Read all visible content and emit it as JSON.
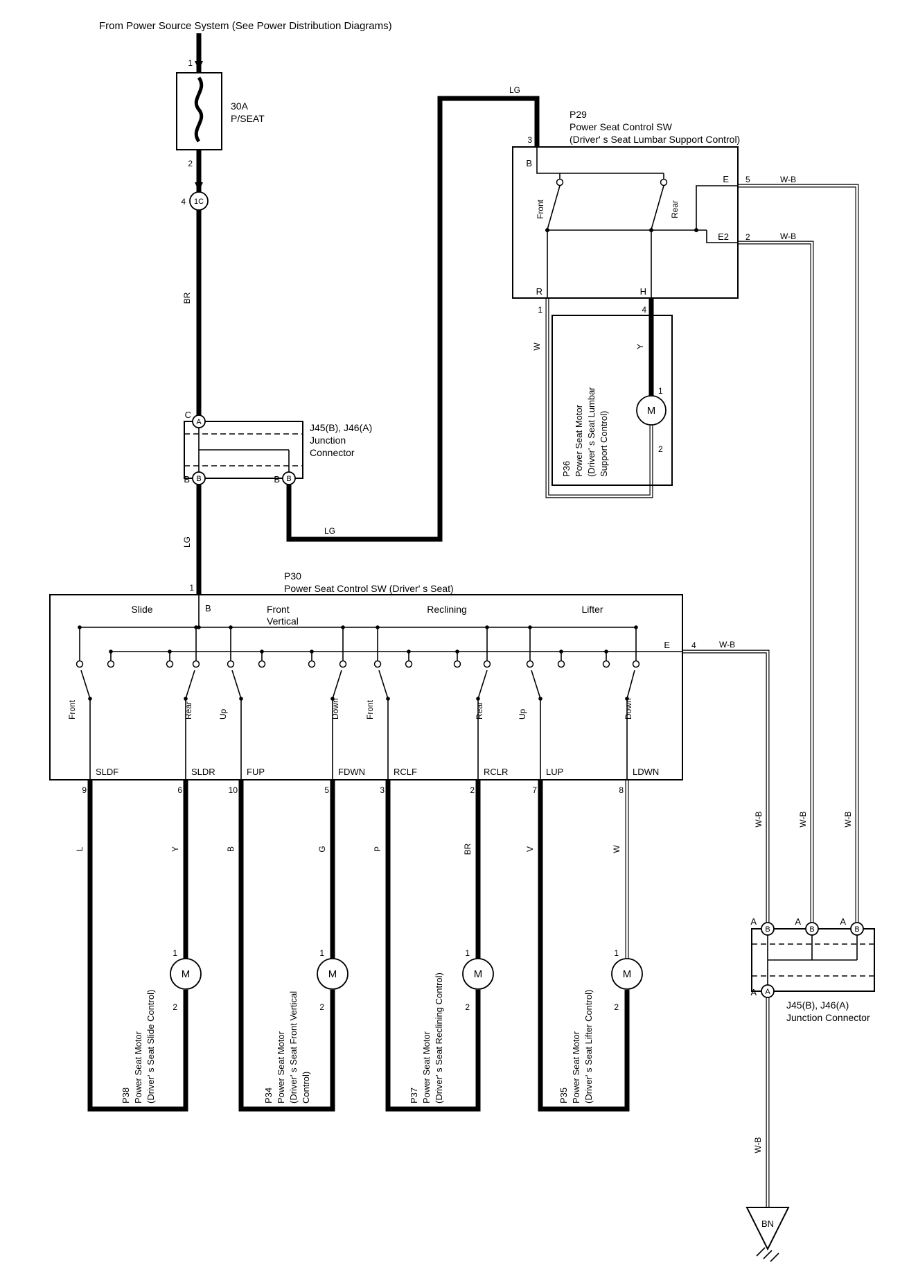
{
  "note": "From Power Source System (See Power Distribution Diagrams)",
  "fuse": {
    "pin_top": "1",
    "rating": "30A",
    "name": "P/SEAT",
    "pin_bottom": "2",
    "connector_pin": "4",
    "connector_id": "1C",
    "wire": "BR"
  },
  "jc1": {
    "top_pin": "C",
    "top_term": "A",
    "bl_pin": "B",
    "bl_term": "B",
    "br_pin": "B",
    "br_term": "B",
    "name1": "J45(B), J46(A)",
    "name2": "Junction",
    "name3": "Connector"
  },
  "wires": {
    "lg_left": "LG",
    "lg_mid": "LG",
    "lg_top": "LG"
  },
  "p29": {
    "id": "P29",
    "name": "Power Seat Control SW",
    "sub": "(Driver' s Seat Lumbar Support Control)",
    "pin_b": "3",
    "b": "B",
    "front": "Front",
    "rear": "Rear",
    "e": "E",
    "e_pin": "5",
    "e_wire": "W-B",
    "e2": "E2",
    "e2_pin": "2",
    "e2_wire": "W-B",
    "r": "R",
    "r_pin": "1",
    "r_wire": "W",
    "h": "H",
    "h_pin": "4",
    "h_wire": "Y"
  },
  "p36": {
    "lines": [
      "P36",
      "Power Seat Motor",
      "(Driver' s Seat Lumbar",
      "Support Control)"
    ],
    "pin1": "1",
    "pin2": "2",
    "motor": "M"
  },
  "p30": {
    "id": "P30",
    "name": "Power Seat Control SW (Driver' s Seat)",
    "pin_in": "1",
    "b": "B",
    "e": "E",
    "e_pin": "4",
    "e_wire": "W-B",
    "sections": [
      {
        "name": "Slide"
      },
      {
        "name": "Front",
        "name2": "Vertical"
      },
      {
        "name": "Reclining"
      },
      {
        "name": "Lifter"
      }
    ],
    "poles": [
      {
        "dir": "Front",
        "out": "SLDF",
        "pin": "9",
        "wire": "L"
      },
      {
        "dir": "Rear",
        "out": "SLDR",
        "pin": "6",
        "wire": "Y"
      },
      {
        "dir": "Up",
        "out": "FUP",
        "pin": "10",
        "wire": "B"
      },
      {
        "dir": "Down",
        "out": "FDWN",
        "pin": "5",
        "wire": "G"
      },
      {
        "dir": "Front",
        "out": "RCLF",
        "pin": "3",
        "wire": "P"
      },
      {
        "dir": "Rear",
        "out": "RCLR",
        "pin": "2",
        "wire": "BR"
      },
      {
        "dir": "Up",
        "out": "LUP",
        "pin": "7",
        "wire": "V"
      },
      {
        "dir": "Down",
        "out": "LDWN",
        "pin": "8",
        "wire": "W"
      }
    ]
  },
  "motors": [
    {
      "lines": [
        "P38",
        "Power Seat Motor",
        "(Driver' s Seat Slide Control)"
      ],
      "pin1": "1",
      "pin2": "2",
      "motor": "M"
    },
    {
      "lines": [
        "P34",
        "Power Seat Motor",
        "(Driver' s Seat Front Vertical",
        "Control)"
      ],
      "pin1": "1",
      "pin2": "2",
      "motor": "M"
    },
    {
      "lines": [
        "P37",
        "Power Seat Motor",
        "(Driver' s Seat Reclining Control)"
      ],
      "pin1": "1",
      "pin2": "2",
      "motor": "M"
    },
    {
      "lines": [
        "P35",
        "Power Seat Motor",
        "(Driver' s Seat Lifter Control)"
      ],
      "pin1": "1",
      "pin2": "2",
      "motor": "M"
    }
  ],
  "jc2": {
    "top_pins": [
      "A",
      "A",
      "A"
    ],
    "top_terms": [
      "B",
      "B",
      "B"
    ],
    "bottom_pin": "A",
    "bottom_term": "A",
    "name1": "J45(B), J46(A)",
    "name2": "Junction Connector",
    "wb": [
      "W-B",
      "W-B",
      "W-B"
    ]
  },
  "ground": {
    "wire": "W-B",
    "label": "BN"
  }
}
